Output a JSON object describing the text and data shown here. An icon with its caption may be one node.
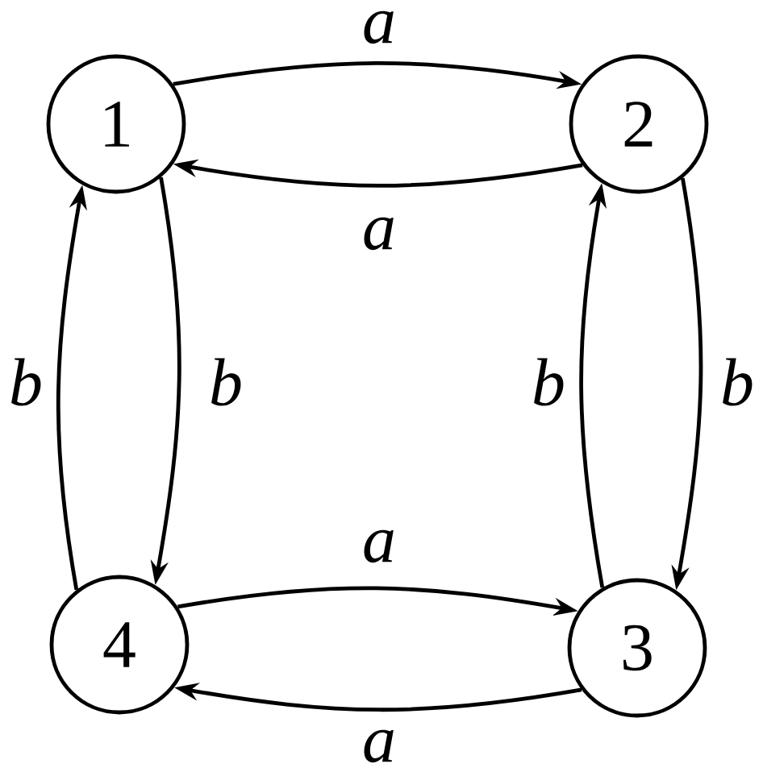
{
  "diagram": {
    "nodes": [
      {
        "text": [
          "1"
        ]
      },
      {
        "text": [
          "2"
        ]
      },
      {
        "text": [
          "4"
        ]
      },
      {
        "text": [
          "3"
        ]
      }
    ],
    "edges": [
      {
        "from": 0,
        "to": 1,
        "arrow": "to",
        "label": "a"
      },
      {
        "from": 1,
        "to": 0,
        "arrow": "to",
        "label": "a"
      },
      {
        "from": 0,
        "to": 2,
        "arrow": "to",
        "label": "b"
      },
      {
        "from": 2,
        "to": 0,
        "arrow": "to",
        "label": "b"
      },
      {
        "from": 1,
        "to": 3,
        "arrow": "to",
        "label": "b"
      },
      {
        "from": 3,
        "to": 1,
        "arrow": "to",
        "label": "b"
      },
      {
        "from": 2,
        "to": 3,
        "arrow": "to",
        "label": "a"
      },
      {
        "from": 3,
        "to": 2,
        "arrow": "to",
        "label": "a"
      }
    ]
  }
}
